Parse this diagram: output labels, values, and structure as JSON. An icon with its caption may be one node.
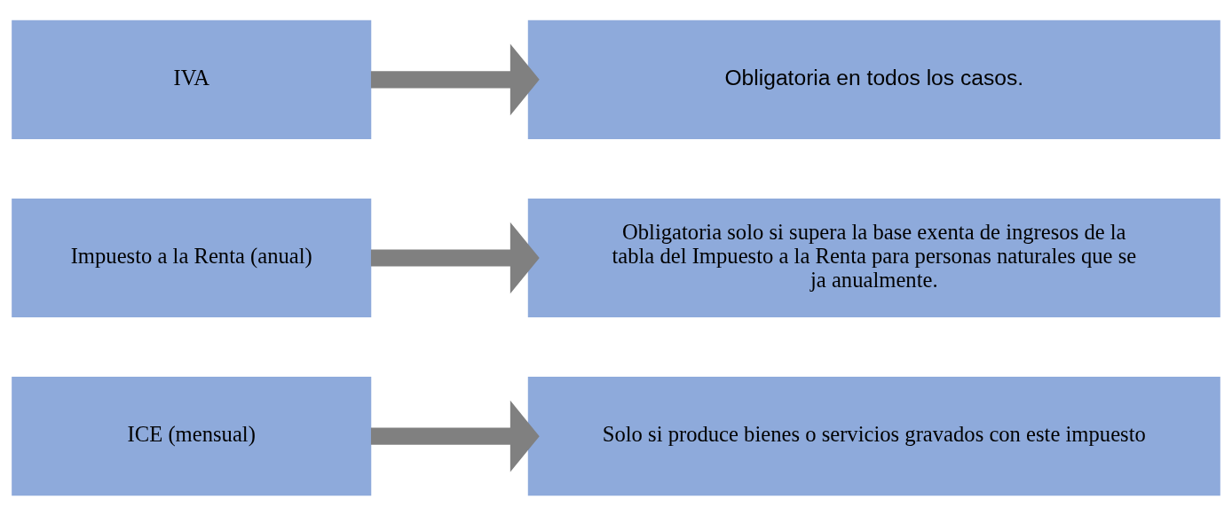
{
  "diagram": {
    "nodes": [
      {
        "text": [
          "IVA"
        ]
      },
      {
        "text": [
          "Obligatoria en todos los casos."
        ]
      },
      {
        "text": [
          "Impuesto a la Renta (anual)"
        ]
      },
      {
        "text": [
          "Obligatoria solo si supera la base exenta de ingresos de la tabla del Impuesto a la Renta para personas naturales que se ja anualmente."
        ]
      },
      {
        "text": [
          "ICE (mensual)"
        ]
      },
      {
        "text": [
          "Solo si produce bienes o servicios gravados con este impuesto"
        ]
      }
    ],
    "edges": [
      {
        "from": 0,
        "to": 1,
        "arrow": "to"
      },
      {
        "from": 2,
        "to": 3,
        "arrow": "to"
      },
      {
        "from": 4,
        "to": 5,
        "arrow": "to"
      }
    ]
  }
}
